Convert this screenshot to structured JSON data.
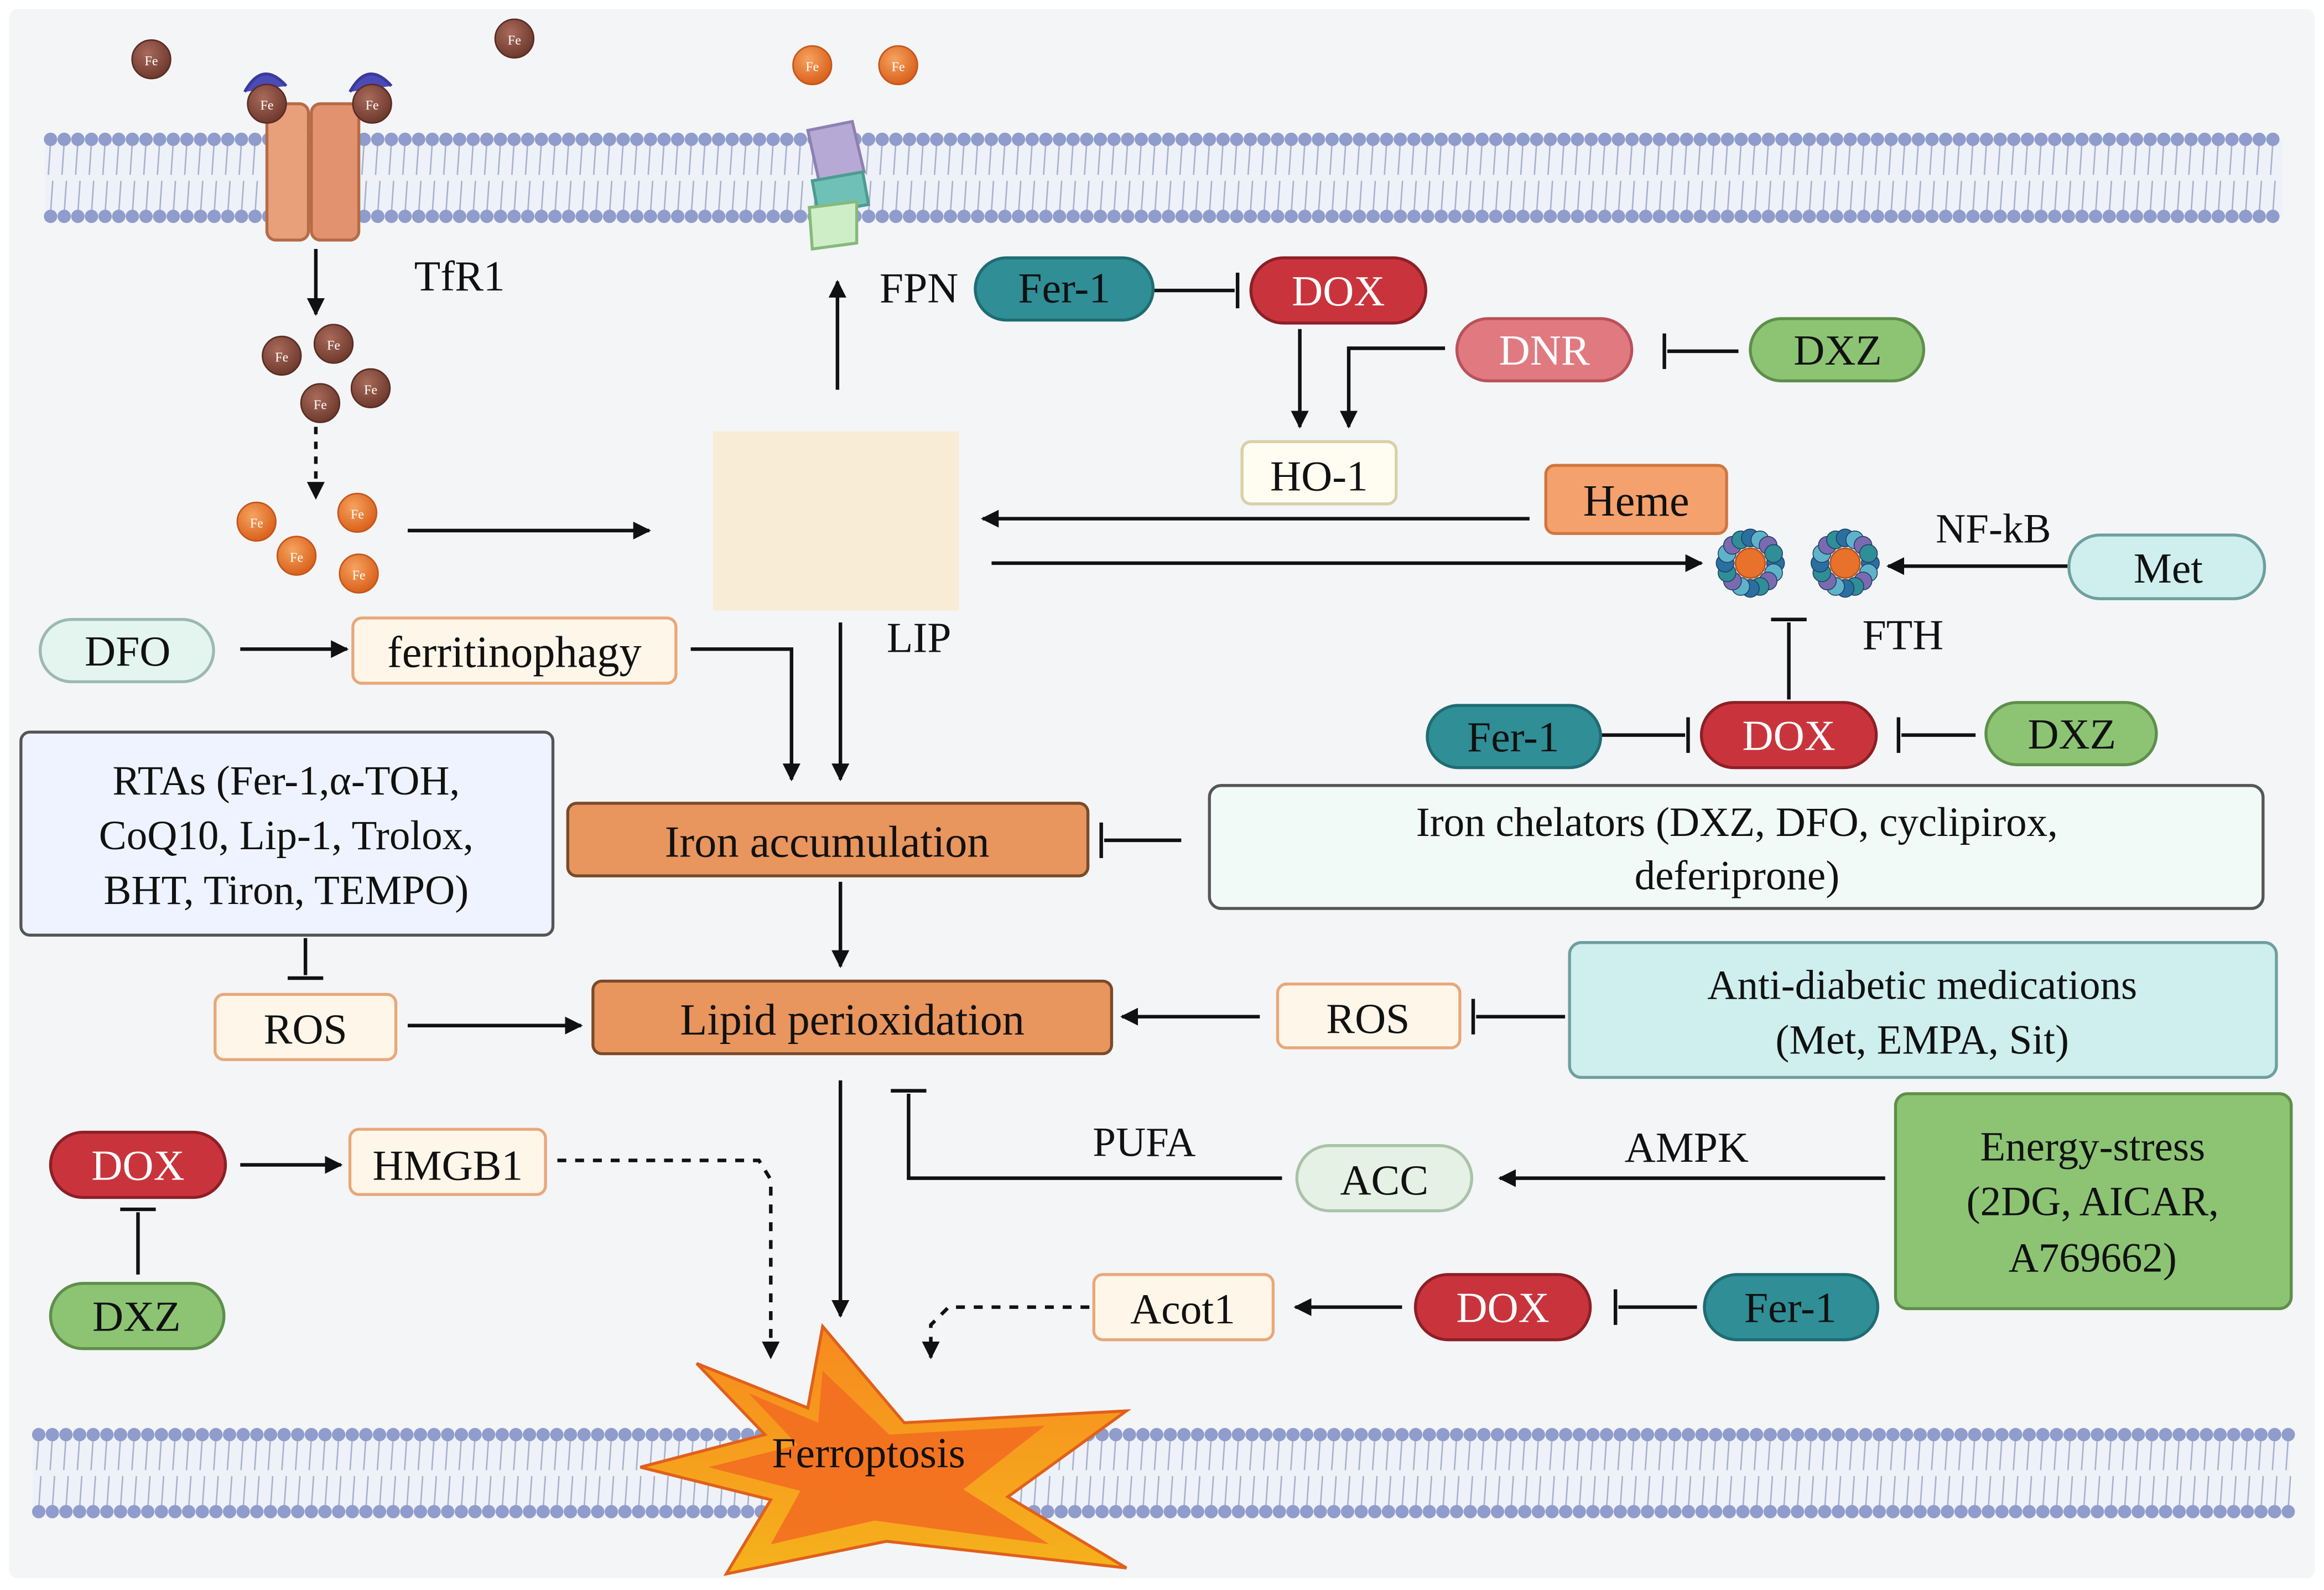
{
  "colors": {
    "background": "#f4f5f7",
    "dox": "#c9343c",
    "dnr": "#e07a80",
    "fer1": "#2f8e96",
    "dxz": "#8cc474",
    "met": "#cfeeee",
    "ferroptosis": "#f26b21",
    "box_orange": "#e8955e",
    "iron": "#e8722c",
    "iron_dark": "#8b4a3c"
  },
  "icons": {
    "membrane": "lipid-bilayer-icon",
    "transporter": "tfr1-transporter-icon",
    "fpn": "ferroportin-icon",
    "ferritin": "ferritin-cage-icon",
    "iron": "iron-ion-icon",
    "burst": "ferroptosis-burst-icon"
  },
  "labels": {
    "tfr1": "TfR1",
    "fpn": "FPN",
    "lip": "LIP",
    "fth": "FTH",
    "nfkb": "NF-kB",
    "pufa": "PUFA",
    "ampk": "AMPK",
    "fe_ion": "Fe"
  },
  "nodes": {
    "fer1_top": "Fer-1",
    "dox_top": "DOX",
    "dnr": "DNR",
    "dxz_top": "DXZ",
    "ho1": "HO-1",
    "heme": "Heme",
    "met": "Met",
    "dfo": "DFO",
    "ferritinophagy": "ferritinophagy",
    "fer1_mid": "Fer-1",
    "dox_mid": "DOX",
    "dxz_mid": "DXZ",
    "rtas": [
      "RTAs (Fer-1,α-TOH,",
      "CoQ10, Lip-1, Trolox,",
      "BHT, Tiron, TEMPO)"
    ],
    "iron_accumulation": "Iron accumulation",
    "iron_chelators": [
      "Iron chelators (DXZ, DFO, cyclipirox,",
      "deferiprone)"
    ],
    "ros_left": "ROS",
    "lipid_peroxidation": "Lipid perioxidation",
    "ros_right": "ROS",
    "anti_diabetic": [
      "Anti-diabetic medications",
      "(Met, EMPA, Sit)"
    ],
    "dox_bottom": "DOX",
    "hmgb1": "HMGB1",
    "acc": "ACC",
    "energy_stress": [
      "Energy-stress",
      "(2DG, AICAR,",
      "A769662)"
    ],
    "dxz_bottom": "DXZ",
    "acot1": "Acot1",
    "dox_bottom_right": "DOX",
    "fer1_bottom": "Fer-1",
    "ferroptosis": "Ferroptosis"
  }
}
